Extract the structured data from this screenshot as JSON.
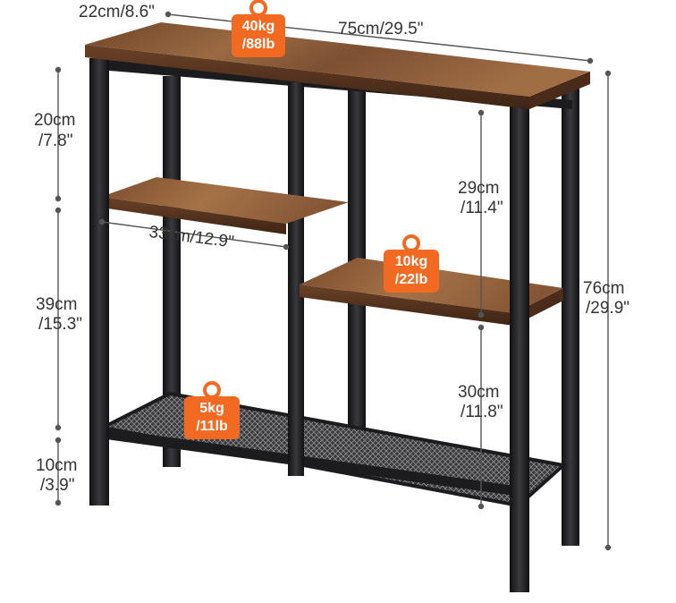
{
  "image": {
    "subject": "three-tier console table with rustic brown wood shelves, black metal frame and mesh bottom shelf",
    "colors": {
      "wood": "#8a5a35",
      "frame": "#1c1c1e",
      "badge": "#f26a21",
      "dimension_line": "#555555",
      "text": "#333333"
    }
  },
  "dimensions": {
    "depth": "22cm/8.6\"",
    "width": "75cm/29.5\"",
    "height_line1": "76cm",
    "height_line2": "/29.9\"",
    "top_gap_line1": "20cm",
    "top_gap_line2": "/7.8\"",
    "middle_gap_line1": "39cm",
    "middle_gap_line2": "/15.3\"",
    "floor_gap_line1": "10cm",
    "floor_gap_line2": "/3.9\"",
    "right_upper_gap_line1": "29cm",
    "right_upper_gap_line2": "/11.4\"",
    "right_lower_gap_line1": "30cm",
    "right_lower_gap_line2": "/11.8\"",
    "shelf_width": "33cm/12.9\""
  },
  "load_badges": {
    "top": {
      "line1": "40kg",
      "line2": "/88lb",
      "icon": "weight-icon"
    },
    "right_shelf": {
      "line1": "10kg",
      "line2": "/22lb",
      "icon": "weight-icon"
    },
    "bottom": {
      "line1": "5kg",
      "line2": "/11lb",
      "icon": "weight-icon"
    }
  }
}
